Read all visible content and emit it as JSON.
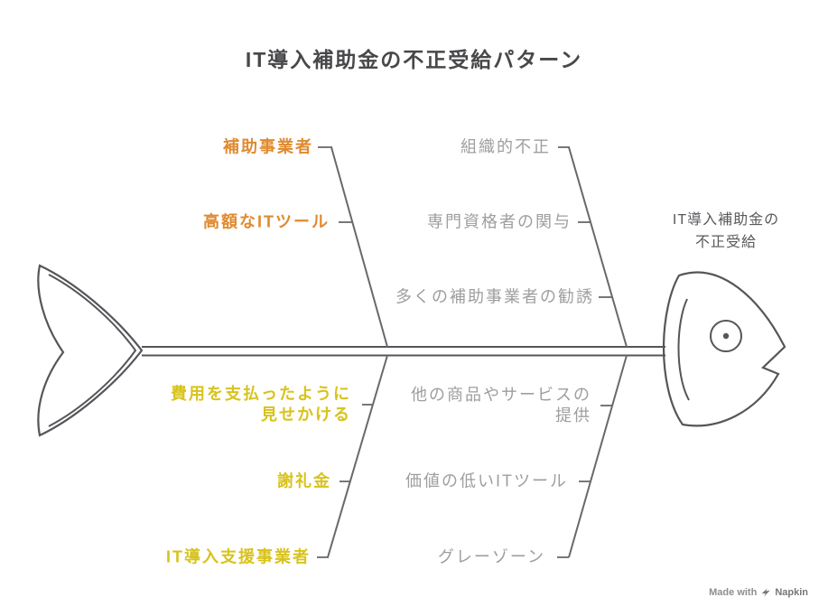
{
  "title": "IT導入補助金の不正受給パターン",
  "effect": "IT導入補助金の\n不正受給",
  "causes": {
    "top_left": {
      "category_color": "#E08A2F",
      "items": [
        "補助事業者",
        "高額なITツール"
      ]
    },
    "top_right": {
      "category_color": "#9E9EA0",
      "items": [
        "組織的不正",
        "専門資格者の関与",
        "多くの補助事業者の勧誘"
      ]
    },
    "bottom_left": {
      "category_color": "#D8C31D",
      "items": [
        "費用を支払ったように\n見せかける",
        "謝礼金",
        "IT導入支援事業者"
      ]
    },
    "bottom_right": {
      "category_color": "#9E9EA0",
      "items": [
        "他の商品やサービスの\n提供",
        "価値の低いITツール",
        "グレーゾーン"
      ]
    }
  },
  "watermark": {
    "prefix": "Made with",
    "brand": "Napkin"
  },
  "colors": {
    "title": "#48484B",
    "orange": "#E08A2F",
    "yellow": "#D8C31D",
    "gray_label": "#9E9EA0",
    "line_dark": "#55555A",
    "line_rib": "#69696C",
    "effect_text": "#5A5A5E",
    "watermark": "#8E8E8E"
  }
}
